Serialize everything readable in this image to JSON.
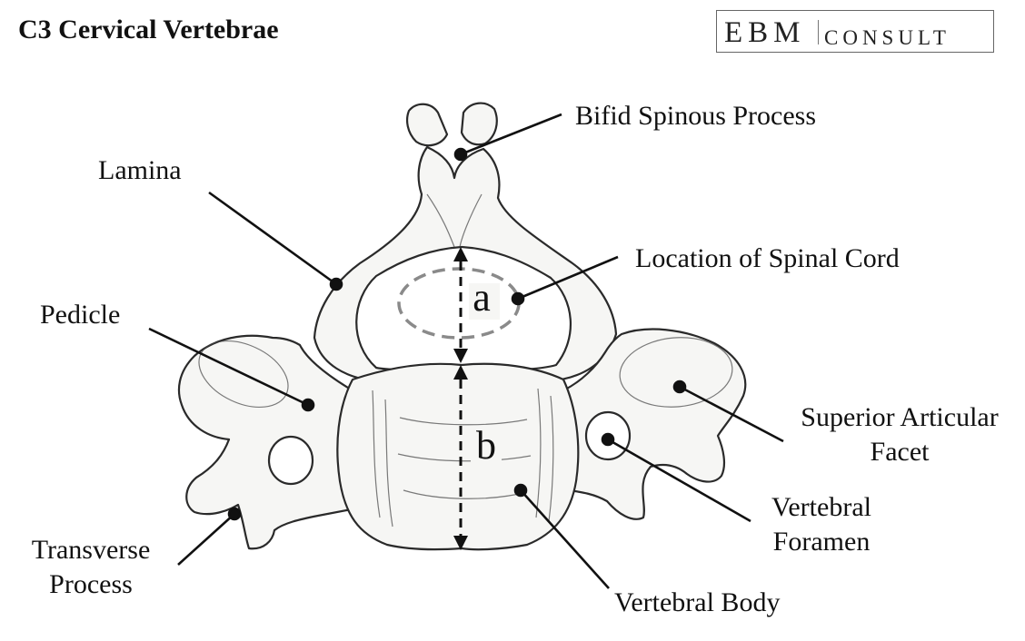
{
  "title": "C3 Cervical Vertebrae",
  "logo": {
    "left": "EBM",
    "right": "CONSULT"
  },
  "labels": {
    "spinous": "Bifid Spinous Process",
    "lamina": "Lamina",
    "spinal_cord": "Location of Spinal Cord",
    "pedicle": "Pedicle",
    "facet_1": "Superior Articular",
    "facet_2": "Facet",
    "foramen_1": "Vertebral",
    "foramen_2": "Foramen",
    "transverse_1": "Transverse",
    "transverse_2": "Process",
    "body": "Vertebral Body"
  },
  "measure": {
    "a": "a",
    "b": "b"
  }
}
